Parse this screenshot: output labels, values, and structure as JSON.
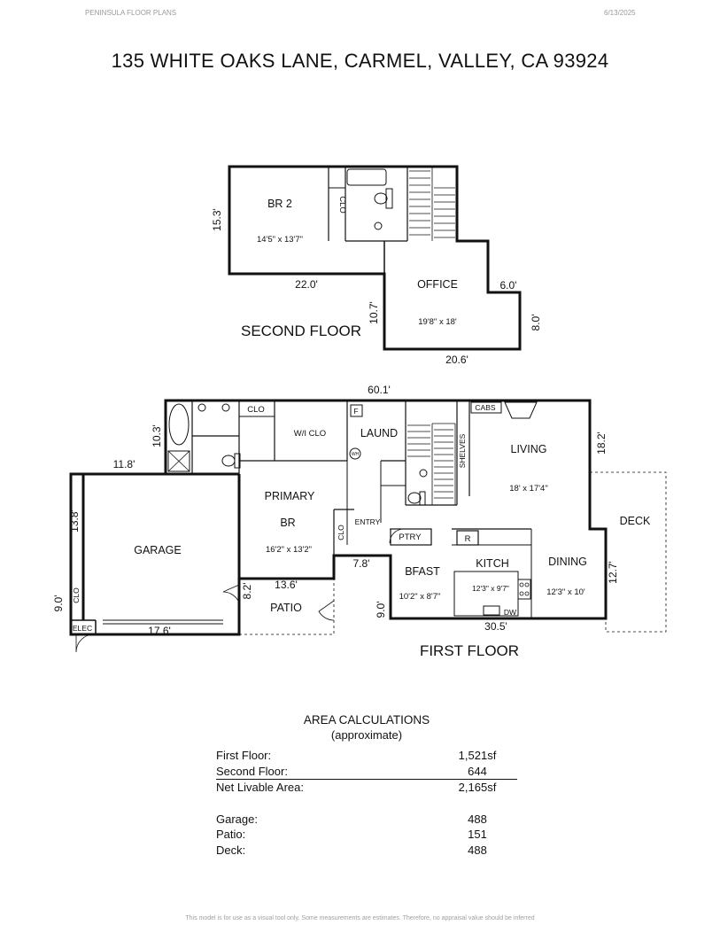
{
  "header": {
    "company": "PENINSULA FLOOR PLANS",
    "date": "6/13/2025"
  },
  "address": "135 WHITE OAKS LANE, CARMEL, VALLEY, CA  93924",
  "second_floor": {
    "title": "SECOND FLOOR",
    "br2_label": "BR 2",
    "br2_size": "14'5\" x 13'7\"",
    "clo_label": "CLO",
    "office_label": "OFFICE",
    "office_size": "19'8\" x 18'",
    "dims": {
      "left": "15.3'",
      "bottom_left": "22.0'",
      "office_left": "10.7'",
      "office_right_top": "6.0'",
      "office_right": "8.0'",
      "office_bottom": "20.6'"
    }
  },
  "first_floor": {
    "title": "FIRST FLOOR",
    "labels": {
      "clo_top": "CLO",
      "wi_clo": "W/I CLO",
      "laund": "LAUND",
      "f": "F",
      "wh": "WH",
      "cabs": "CABS",
      "shelves": "SHELVES",
      "living": "LIVING",
      "living_size": "18' x 17'4\"",
      "deck": "DECK",
      "primary": "PRIMARY",
      "br": "BR",
      "primary_size": "16'2\" x 13'2\"",
      "entry": "ENTRY",
      "clo_entry": "CLO",
      "garage": "GARAGE",
      "clo_garage": "CLO",
      "elec": "ELEC",
      "patio": "PATIO",
      "ptry": "PTRY",
      "r": "R",
      "bfast": "BFAST",
      "bfast_size": "10'2\" x 8'7\"",
      "kitch": "KITCH",
      "kitch_size": "12'3\" x 9'7\"",
      "dining": "DINING",
      "dining_size": "12'3\" x 10'",
      "dw": "DW"
    },
    "dims": {
      "top": "60.1'",
      "upper_left": "10.3'",
      "garage_top": "11.8'",
      "garage_left": "13.8'",
      "garage_clo_side": "9.0'",
      "garage_bottom": "17.6'",
      "right": "18.2'",
      "dining_right": "12.7'",
      "entry_step": "7.8'",
      "patio_top": "13.6'",
      "patio_side": "8.2'",
      "bfast_left": "9.0'",
      "bottom": "30.5'"
    }
  },
  "area": {
    "title": "AREA CALCULATIONS",
    "subtitle": "(approximate)",
    "rows": [
      {
        "label": "First  Floor:",
        "value": "1,521sf"
      },
      {
        "label": "Second Floor:",
        "value": "644"
      },
      {
        "label": "Net Livable Area:",
        "value": "2,165sf"
      }
    ],
    "extra_rows": [
      {
        "label": "Garage:",
        "value": "488"
      },
      {
        "label": "Patio:",
        "value": "151"
      },
      {
        "label": "Deck:",
        "value": "488"
      }
    ]
  },
  "disclaimer": "This model is for use as a visual tool only. Some measurements are estimates. Therefore, no appraisal value should be inferred"
}
